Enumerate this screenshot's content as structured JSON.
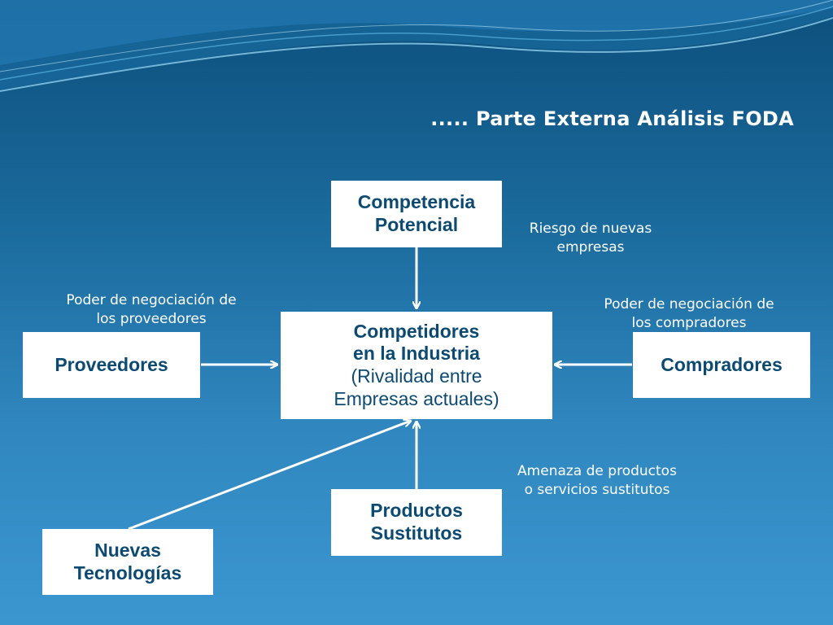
{
  "title": "..... Parte Externa Análisis FODA",
  "boxes": {
    "competencia": {
      "line1": "Competencia",
      "line2": "Potencial"
    },
    "competidores": {
      "line1": "Competidores",
      "line2": "en la Industria",
      "line3": "(Rivalidad entre",
      "line4": "Empresas actuales)"
    },
    "proveedores": {
      "label": "Proveedores"
    },
    "compradores": {
      "label": "Compradores"
    },
    "productos": {
      "line1": "Productos",
      "line2": "Sustitutos"
    },
    "nuevas": {
      "line1": "Nuevas",
      "line2": "Tecnologías"
    }
  },
  "notes": {
    "riesgo": {
      "line1": "Riesgo de nuevas",
      "line2": "empresas"
    },
    "poder_proveedores": {
      "line1": "Poder de negociación de",
      "line2": "los proveedores"
    },
    "poder_compradores": {
      "line1": "Poder de negociación de",
      "line2": "los compradores"
    },
    "amenaza": {
      "line1": "Amenaza de productos",
      "line2": "o servicios sustitutos"
    }
  },
  "colors": {
    "background_top": "#0d4f7c",
    "background_bottom": "#3b96d0",
    "box_fill": "#ffffff",
    "box_text": "#0c4a72",
    "arrow": "#ffffff"
  }
}
